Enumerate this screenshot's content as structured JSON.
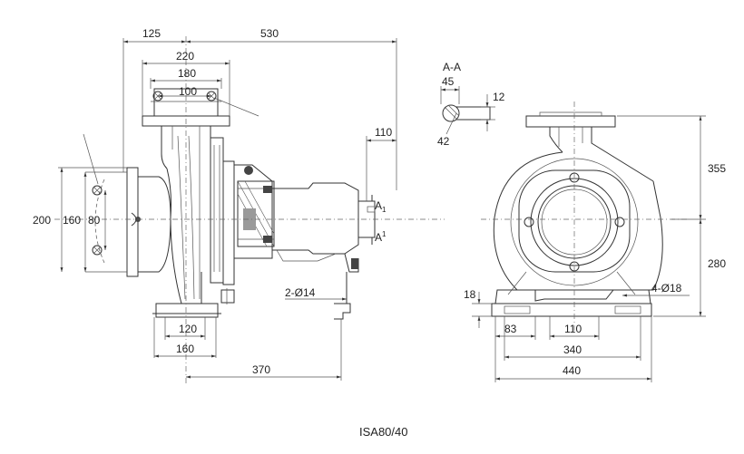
{
  "caption": "ISA80/40",
  "section_label": "A-A",
  "section_marks": {
    "top": "A",
    "top_sub": "1",
    "bottom": "A",
    "bottom_sub": "1"
  },
  "dimensions": {
    "d125": "125",
    "d530": "530",
    "d220": "220",
    "d180": "180",
    "d100": "100",
    "d110_shaft": "110",
    "d200": "200",
    "d160_left": "160",
    "d80": "80",
    "d2x14": "2-Ø14",
    "d120": "120",
    "d160_bottom": "160",
    "d370": "370",
    "d45": "45",
    "d12": "12",
    "d42": "42",
    "d355": "355",
    "d280": "280",
    "d4x18": "4-Ø18",
    "d18": "18",
    "d83": "83",
    "d110_base": "110",
    "d340": "340",
    "d440": "440"
  }
}
